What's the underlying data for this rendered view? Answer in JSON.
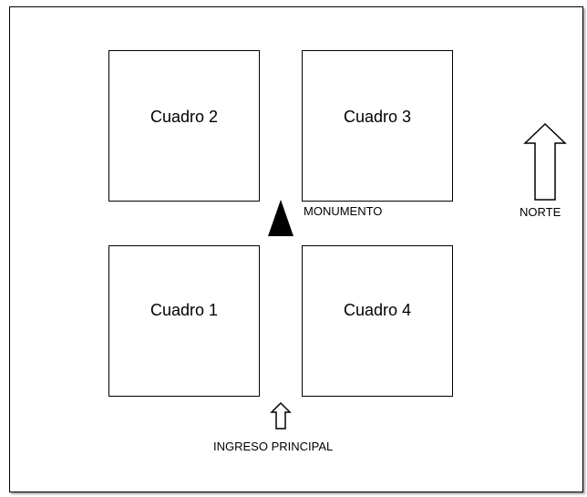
{
  "blocks": {
    "cuadro_1": "Cuadro 1",
    "cuadro_2": "Cuadro 2",
    "cuadro_3": "Cuadro 3",
    "cuadro_4": "Cuadro 4"
  },
  "labels": {
    "monumento": "MONUMENTO",
    "norte": "NORTE",
    "ingreso_principal": "INGRESO PRINCIPAL"
  },
  "icons": {
    "monument": "triangle-icon",
    "north_arrow": "arrow-up-icon",
    "entrance_arrow": "arrow-up-icon"
  }
}
